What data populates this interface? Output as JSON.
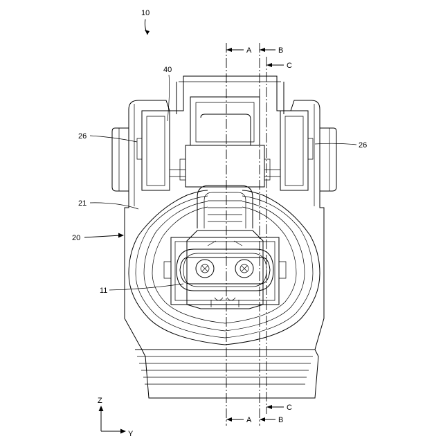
{
  "figure": {
    "number": "10",
    "refs": {
      "housing": "20",
      "body": "21",
      "lock_left": "26",
      "lock_right": "26",
      "lever": "40",
      "terminal": "11"
    },
    "sections": {
      "a": "A",
      "b": "B",
      "c": "C"
    },
    "axes": {
      "z": "Z",
      "y": "Y"
    }
  }
}
